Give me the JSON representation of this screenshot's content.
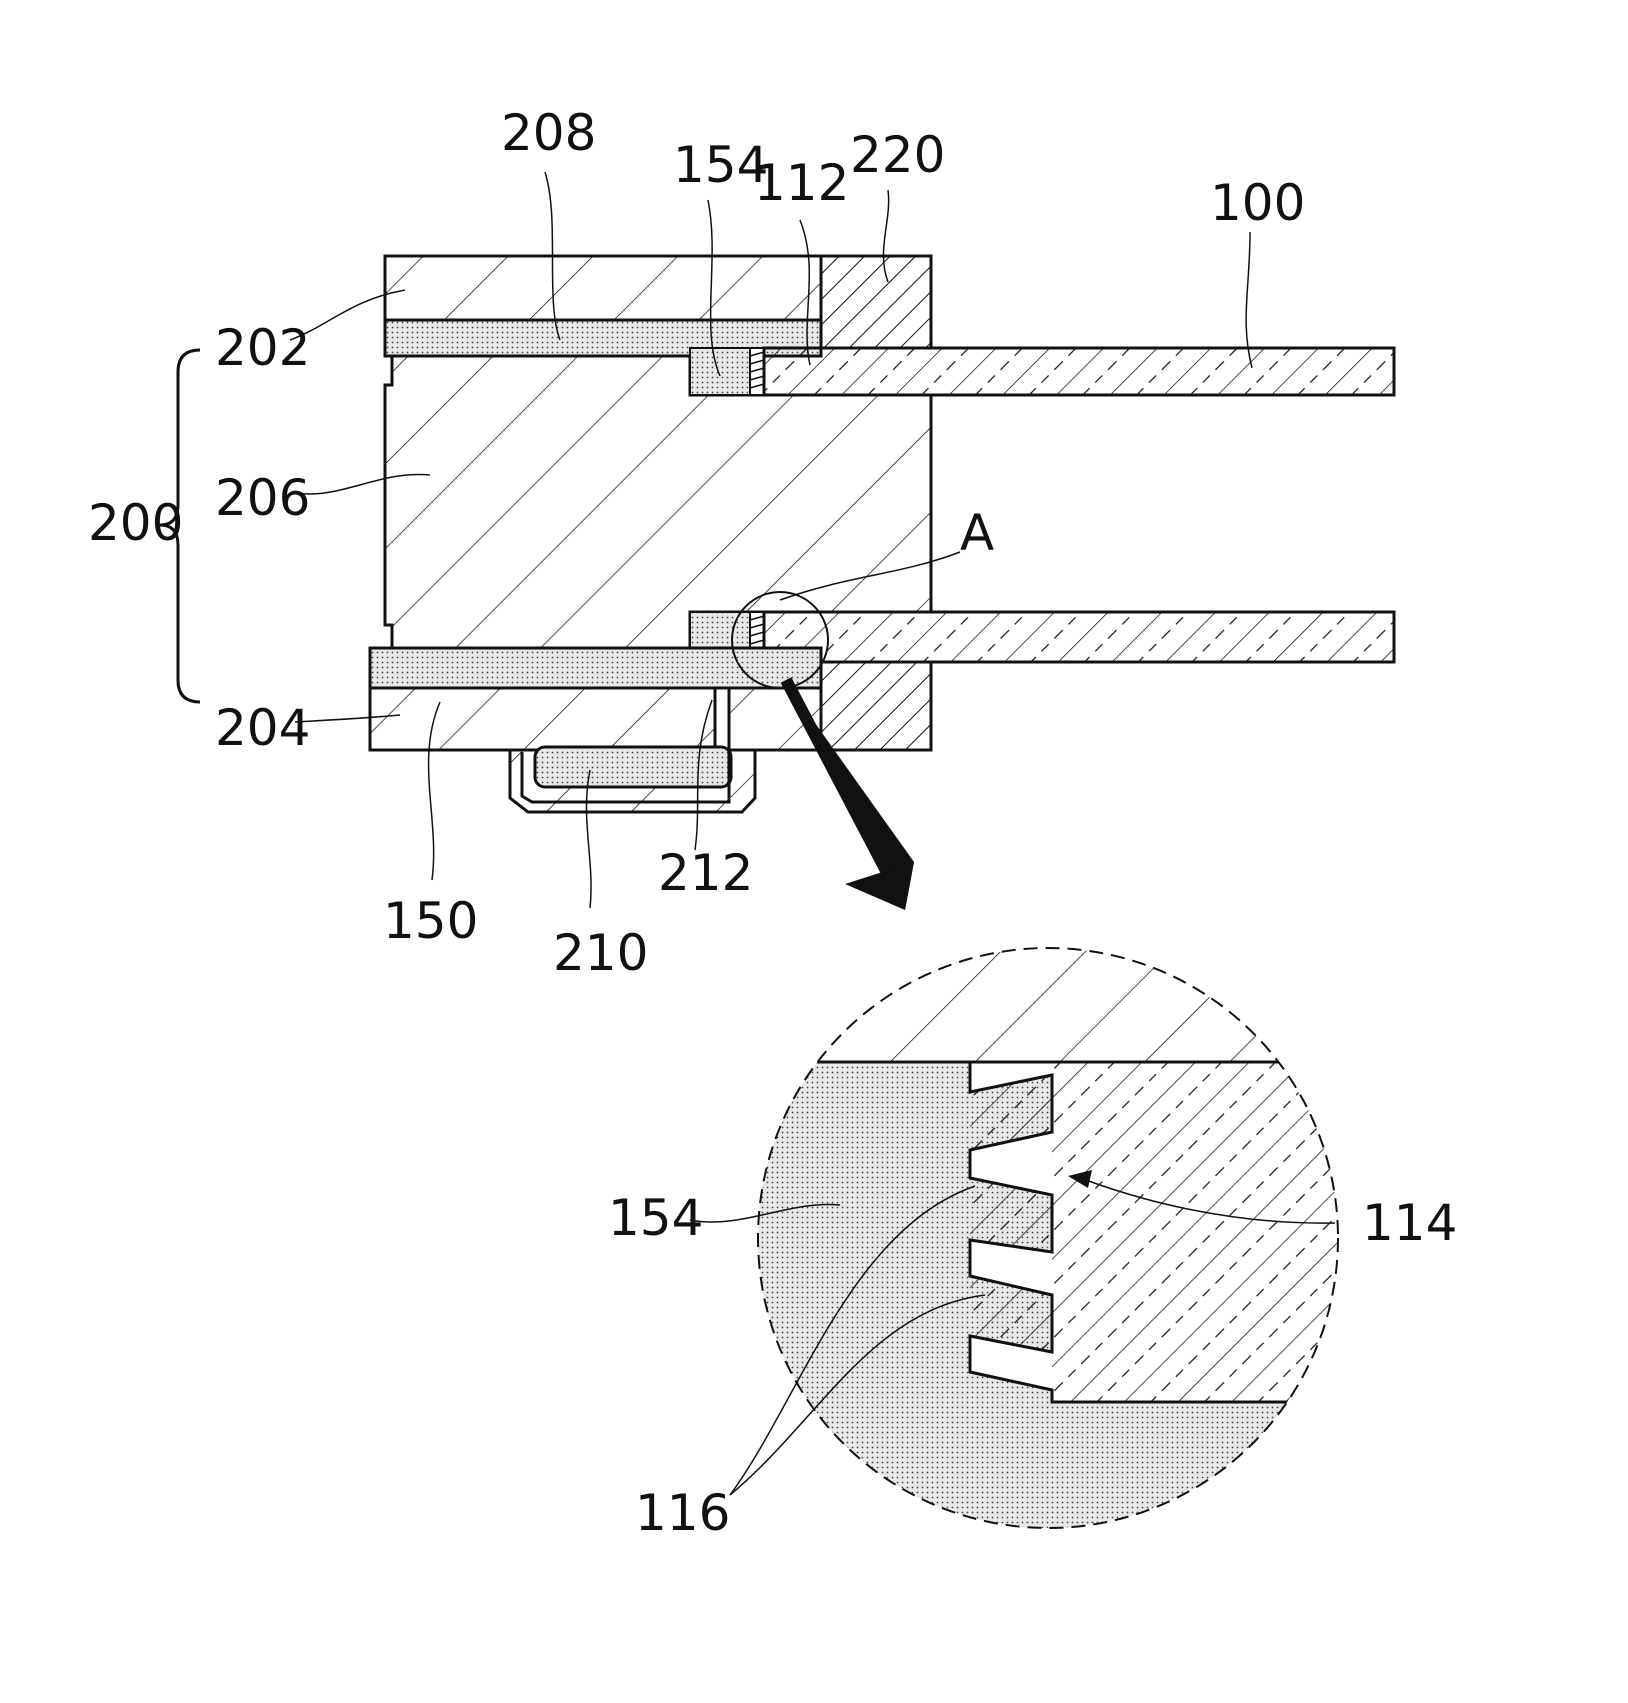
{
  "labels": {
    "l208": "208",
    "l154_top": "154",
    "l112": "112",
    "l220": "220",
    "l100": "100",
    "l202": "202",
    "l200": "200",
    "l206": "206",
    "lA": "A",
    "l204": "204",
    "l150": "150",
    "l210": "210",
    "l212": "212",
    "l154_detail": "154",
    "l114": "114",
    "l116": "116"
  },
  "colors": {
    "line": "#111111",
    "background": "#ffffff"
  }
}
